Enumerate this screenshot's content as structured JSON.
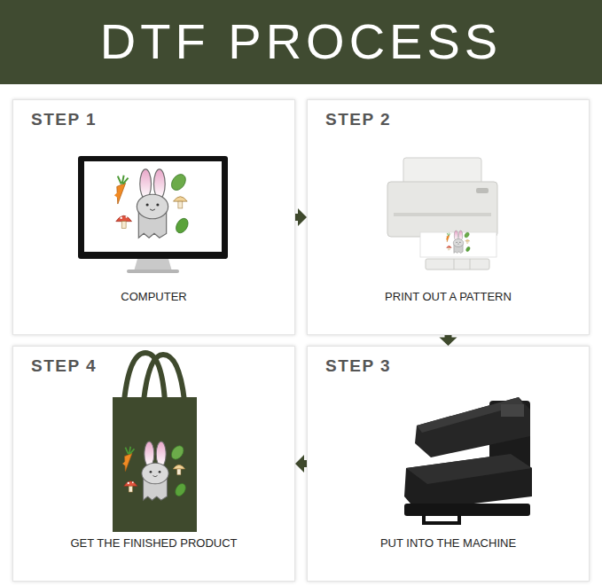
{
  "diagram": {
    "title": "DTF PROCESS",
    "nodes": [
      {
        "text": [
          "STEP 1",
          "COMPUTER"
        ]
      },
      {
        "text": [
          "STEP 2",
          "PRINT OUT A PATTERN"
        ]
      },
      {
        "text": [
          "STEP 3",
          "PUT INTO THE MACHINE"
        ]
      },
      {
        "text": [
          "STEP 4",
          "GET THE FINISHED PRODUCT"
        ]
      }
    ],
    "edges": [
      {
        "from": 0,
        "to": 1,
        "arrow": "to"
      },
      {
        "from": 1,
        "to": 2,
        "arrow": "to"
      },
      {
        "from": 2,
        "to": 3,
        "arrow": "to"
      }
    ]
  }
}
